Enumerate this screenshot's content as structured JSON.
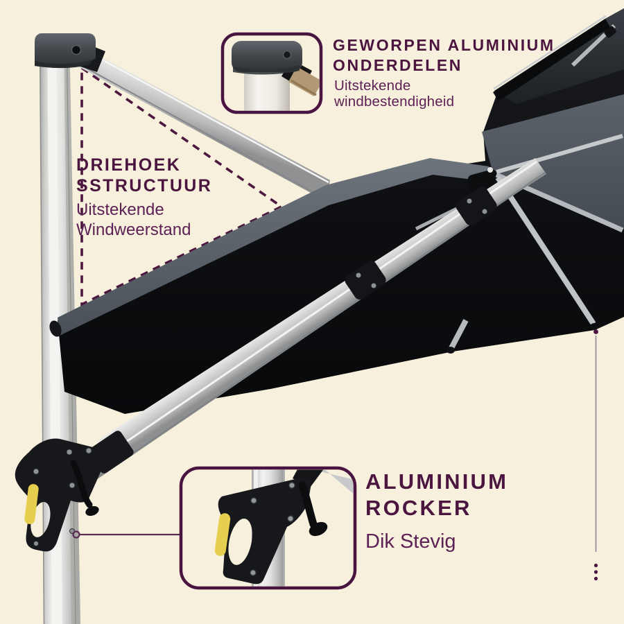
{
  "colors": {
    "background": "#f6f0dc",
    "headline": "#4b1540",
    "subtitle": "#5d2156",
    "callout_border": "#4a1440",
    "leader_line": "#5b2d55",
    "canopy_dark": "#0e0f12",
    "canopy_highlight": "#5b6269",
    "aluminium": "#d6d7d7",
    "rocker_black": "#141518",
    "accent_yellow": "#e6cf4e"
  },
  "callouts": {
    "cast_parts": {
      "title_lines": [
        "GEWORPEN ALUMINIUM",
        "ONDERDELEN"
      ],
      "subtitle_lines": [
        "Uitstekende",
        "windbestendigheid"
      ]
    },
    "triangle_structure": {
      "title_lines": [
        "DRIEHOEK",
        "SSTRUCTUUR"
      ],
      "subtitle_lines": [
        "Uitstekende",
        "Windweerstand"
      ]
    },
    "rocker": {
      "title_lines": [
        "ALUMINIUM",
        "ROCKER"
      ],
      "subtitle_lines": [
        "Dik Stevig"
      ]
    }
  }
}
